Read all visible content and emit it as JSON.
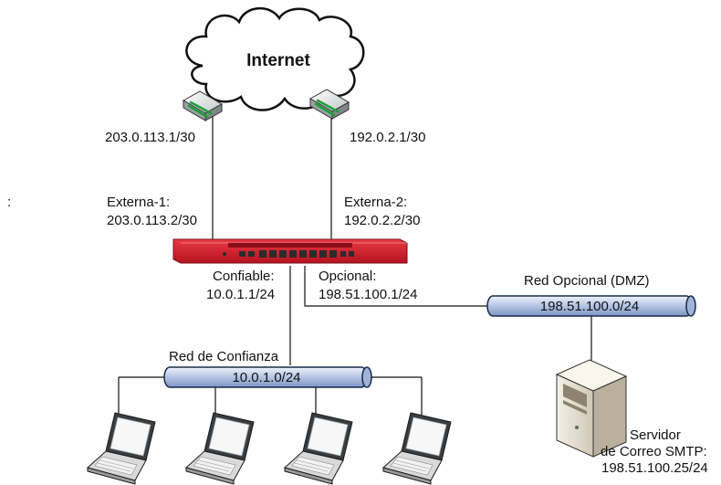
{
  "cloud": {
    "label": "Internet"
  },
  "external1": {
    "wan_ip": "203.0.113.1/30",
    "iface_name": "Externa-1:",
    "iface_ip": "203.0.113.2/30"
  },
  "external2": {
    "wan_ip": "192.0.2.1/30",
    "iface_name": "Externa-2:",
    "iface_ip": "192.0.2.2/30"
  },
  "stray_mark": ":",
  "trusted": {
    "iface_name": "Confiable:",
    "iface_ip": "10.0.1.1/24",
    "network_name": "Red de Confianza",
    "network_subnet": "10.0.1.0/24"
  },
  "optional": {
    "iface_name": "Opcional:",
    "iface_ip": "198.51.100.1/24",
    "network_name": "Red Opcional (DMZ)",
    "network_subnet": "198.51.100.0/24"
  },
  "server": {
    "line1": "Servidor",
    "line2": "de Correo SMTP:",
    "ip": "198.51.100.25/24"
  },
  "laptop_count": 4,
  "colors": {
    "firewall": "#d21b2b",
    "pipe": "#b9c9e6",
    "pipe_dark": "#3c5a9a",
    "line": "#111111"
  }
}
